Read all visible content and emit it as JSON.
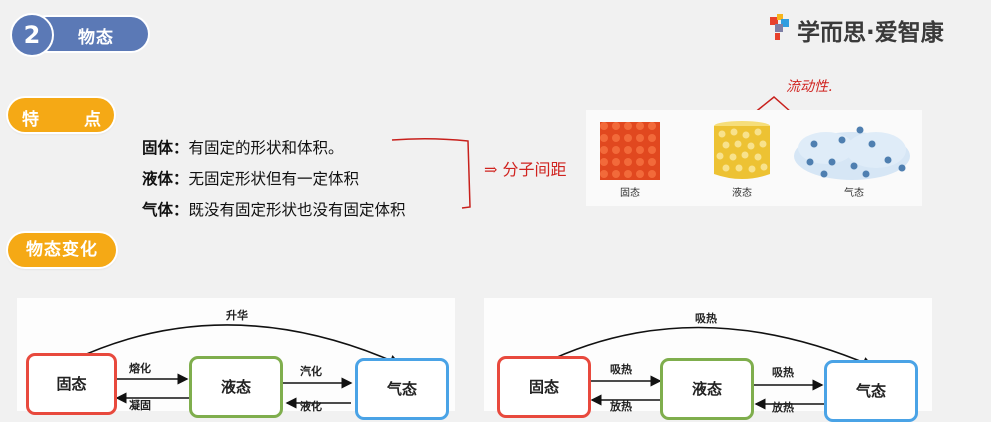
{
  "header": {
    "section_number": "2",
    "section_title": "物态",
    "brand": "学而思·爱智康"
  },
  "badges": {
    "features": [
      "特",
      "点"
    ],
    "state_change": "物态变化"
  },
  "properties": [
    {
      "key": "固体",
      "sep": "：",
      "value": "有固定的形状和体积。"
    },
    {
      "key": "液体",
      "sep": "：",
      "value": "无固定形状但有一定体积"
    },
    {
      "key": "气体",
      "sep": "：",
      "value": "既没有固定形状也没有固定体积"
    }
  ],
  "annotations": {
    "arrow_note": "⇒ 分子间距",
    "fluidity_note": "流动性."
  },
  "illustration": {
    "labels": [
      "固态",
      "液态",
      "气态"
    ],
    "colors": {
      "solid": "#e8552a",
      "liquid": "#f0c53a",
      "gas": "#7aa4cf"
    }
  },
  "diagram_left": {
    "top_arc": "升华",
    "nodes": [
      "固态",
      "液态",
      "气态"
    ],
    "arrows": {
      "s_to_l": "熔化",
      "l_to_s": "凝固",
      "l_to_g": "汽化",
      "g_to_l": "液化"
    }
  },
  "diagram_right": {
    "top_arc": "吸热",
    "nodes": [
      "固态",
      "液态",
      "气态"
    ],
    "arrows": {
      "s_to_l": "吸热",
      "l_to_s": "放热",
      "l_to_g": "吸热",
      "g_to_l": "放热"
    }
  },
  "colors": {
    "title_blue": "#5b79b6",
    "badge_orange": "#f5a915",
    "solid_border": "#e8493d",
    "liquid_border": "#7fae4d",
    "gas_border": "#4aa3e6",
    "ink_red": "#d0231f"
  }
}
